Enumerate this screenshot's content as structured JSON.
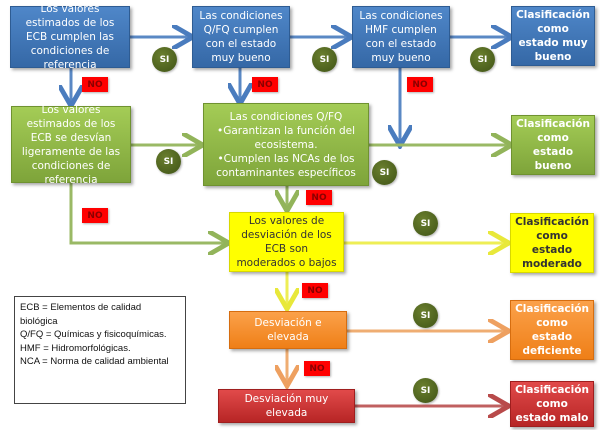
{
  "diagram": {
    "colors": {
      "blue": "#4172b4",
      "green": "#92bb48",
      "yellow": "#ffff00",
      "orange": "#f5901e",
      "red": "#cc3333",
      "si_badge": "#4f6421",
      "no_badge": "#ff0000"
    },
    "nodes": {
      "ecb_ref": "Los valores estimados de los ECB cumplen las condiciones de referencia",
      "qfq_muy_bueno": "Las condiciones Q/FQ cumplen con el estado muy bueno",
      "hmf_muy_bueno": "Las condiciones HMF cumplen con el estado muy bueno",
      "class_muy_bueno": "Clasificación como estado muy bueno",
      "ecb_ligeramente": "Los valores estimados de los ECB se desvían ligeramente de las condiciones de referencia",
      "qfq_title": "Las condiciones Q/FQ",
      "qfq_bullet1": "•Garantizan la función del ecosistema.",
      "qfq_bullet2": "•Cumplen las NCAs de los contaminantes específicos",
      "class_bueno": "Clasificación como estado bueno",
      "ecb_moderados": "Los valores de desviación de los ECB son moderados o bajos",
      "class_moderado": "Clasificación como estado moderado",
      "desv_elevada": "Desviación e elevada",
      "class_deficiente": "Clasificación como estado deficiente",
      "desv_muy_elevada": "Desviación muy elevada",
      "class_malo": "Clasificación como estado malo"
    },
    "labels": {
      "yes": "SI",
      "no": "NO"
    },
    "legend": [
      "ECB = Elementos de calidad biológica",
      "Q/FQ = Químicas y fisicoquímicas.",
      "HMF = Hidromorfológicas.",
      "NCA = Norma de calidad ambiental"
    ]
  }
}
